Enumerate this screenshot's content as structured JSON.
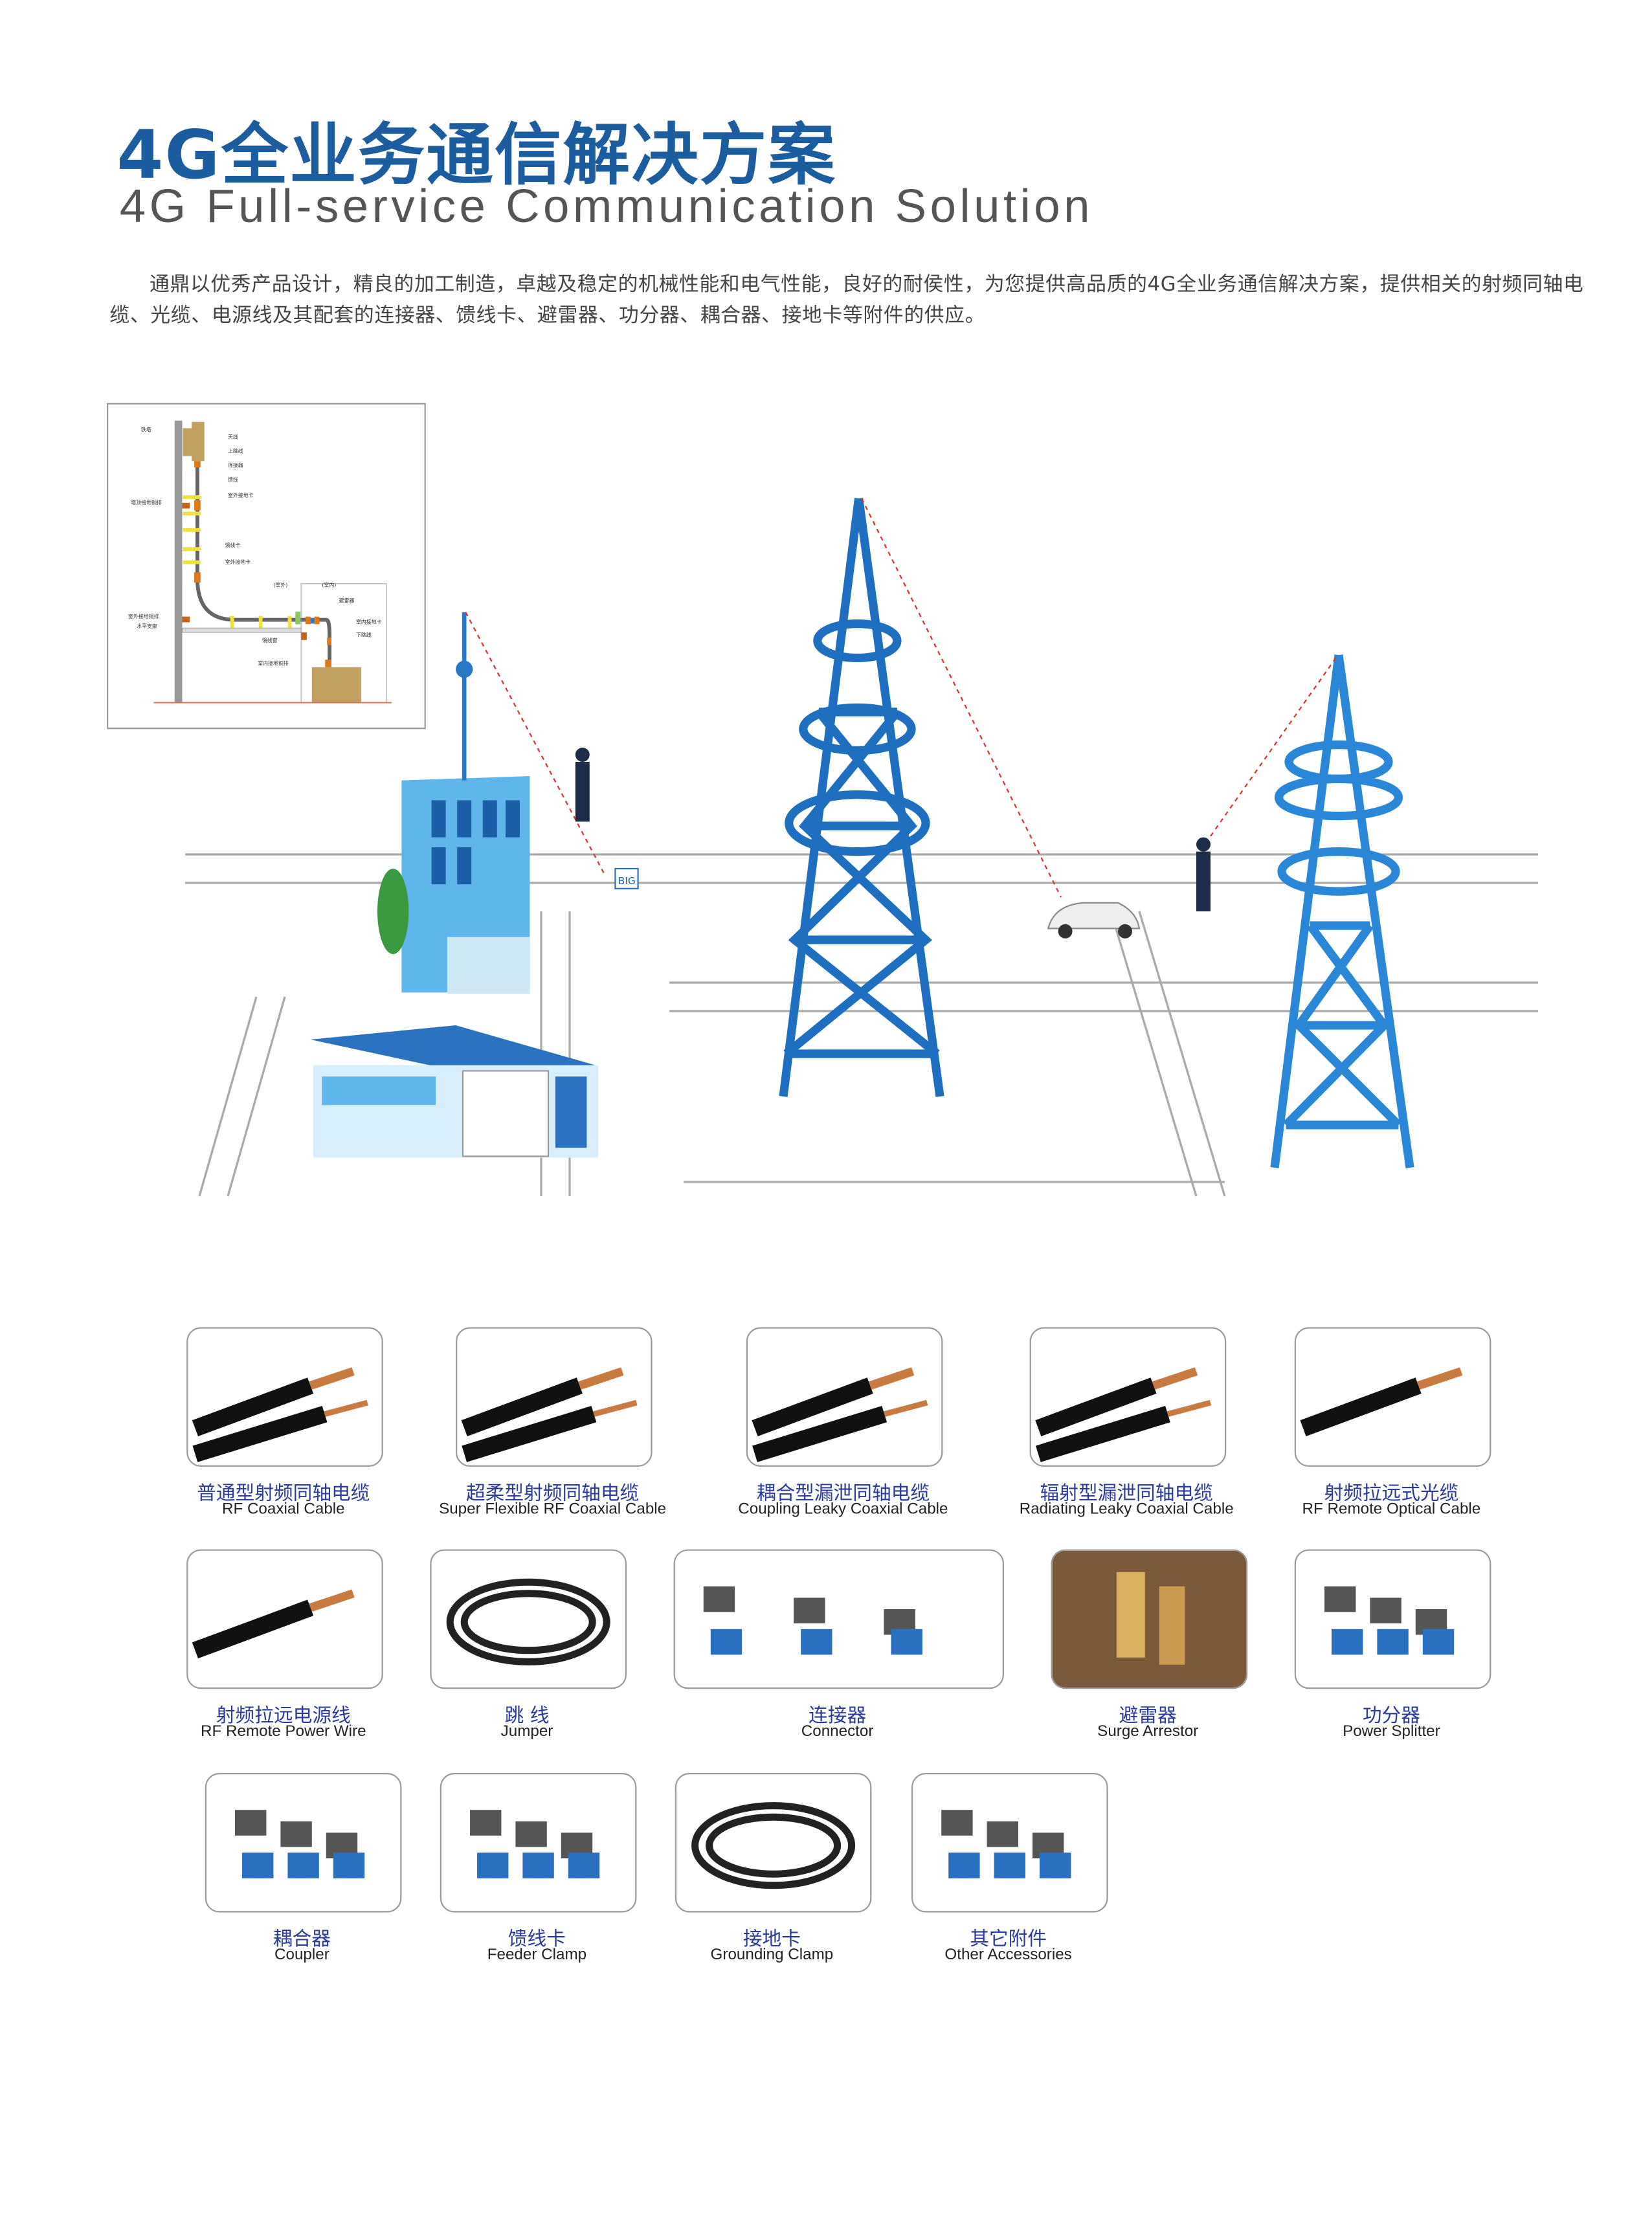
{
  "header": {
    "title_cn": "4G全业务通信解决方案",
    "title_en": "4G Full-service Communication Solution",
    "intro": "通鼎以优秀产品设计，精良的加工制造，卓越及稳定的机械性能和电气性能，良好的耐侯性，为您提供高品质的4G全业务通信解决方案，提供相关的射频同轴电缆、光缆、电源线及其配套的连接器、馈线卡、避雷器、功分器、耦合器、接地卡等附件的供应。"
  },
  "diagram": {
    "labels": [
      "铁塔",
      "天线",
      "上跳线",
      "连接器",
      "馈线",
      "室外接地卡",
      "塔顶接地铜排",
      "馈线卡",
      "室外接地卡",
      "室外接地铜排",
      "水平支架",
      "(室外)",
      "(室内)",
      "避雷器",
      "室内接地卡",
      "下跳线",
      "馈线窗",
      "室内接地铜排"
    ]
  },
  "scene": {
    "sign_text": "BIG"
  },
  "products": [
    {
      "cn": "普通型射频同轴电缆",
      "en": "RF Coaxial Cable"
    },
    {
      "cn": "超柔型射频同轴电缆",
      "en": "Super Flexible RF Coaxial Cable"
    },
    {
      "cn": "耦合型漏泄同轴电缆",
      "en": "Coupling Leaky Coaxial Cable"
    },
    {
      "cn": "辐射型漏泄同轴电缆",
      "en": "Radiating Leaky Coaxial Cable"
    },
    {
      "cn": "射频拉远式光缆",
      "en": "RF Remote Optical Cable"
    },
    {
      "cn": "射频拉远电源线",
      "en": "RF Remote Power Wire"
    },
    {
      "cn": "跳  线",
      "en": "Jumper"
    },
    {
      "cn": "连接器",
      "en": "Connector"
    },
    {
      "cn": "避雷器",
      "en": "Surge Arrestor"
    },
    {
      "cn": "功分器",
      "en": "Power Splitter"
    },
    {
      "cn": "耦合器",
      "en": "Coupler"
    },
    {
      "cn": "馈线卡",
      "en": "Feeder Clamp"
    },
    {
      "cn": "接地卡",
      "en": "Grounding Clamp"
    },
    {
      "cn": "其它附件",
      "en": "Other Accessories"
    }
  ],
  "colors": {
    "title": "#1b5d9e",
    "label": "#2b3b9c",
    "tower": "#1e6fc0"
  }
}
